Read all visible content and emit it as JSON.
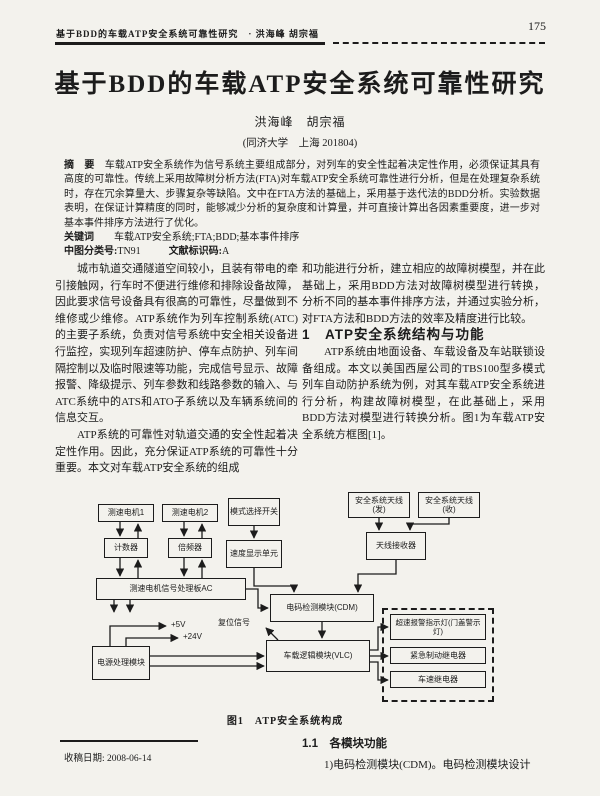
{
  "colors": {
    "ink": "#1c1c1c",
    "paper": "#f3f2ed"
  },
  "header": {
    "running_title": "基于BDD的车载ATP安全系统可靠性研究",
    "authors_short": "· 洪海峰  胡宗福",
    "page_number": "175"
  },
  "title": "基于BDD的车载ATP安全系统可靠性研究",
  "authors": "洪海峰　胡宗福",
  "affiliation": "(同济大学　上海 201804)",
  "abstract": {
    "label": "摘　要",
    "text": "车载ATP安全系统作为信号系统主要组成部分，对列车的安全性起着决定性作用，必须保证其具有高度的可靠性。传统上采用故障树分析方法(FTA)对车载ATP安全系统可靠性进行分析，但是在处理复杂系统时，存在冗余算量大、步骤复杂等缺陷。文中在FTA方法的基础上，采用基于迭代法的BDD分析。实验数据表明，在保证计算精度的同时，能够减少分析的复杂度和计算量，并可直接计算出各因素重要度，进一步对基本事件排序方法进行了优化。"
  },
  "keywords": {
    "label": "关键词",
    "text": "车载ATP安全系统;FTA;BDD;基本事件排序"
  },
  "classification": {
    "label1": "中图分类号:",
    "value1": "TN91",
    "label2": "文献标识码:",
    "value2": "A"
  },
  "body": {
    "left_para1": "城市轨道交通隧道空间较小，且装有带电的牵引接触网，行车时不便进行维修和排除设备故障，因此要求信号设备具有很高的可靠性，尽量做到不维修或少维修。ATP系统作为列车控制系统(ATC)的主要子系统，负责对信号系统中安全相关设备进行监控，实现列车超速防护、停车点防护、列车间隔控制以及临时限速等功能，完成信号显示、故障报警、降级提示、列车参数和线路参数的输入、与ATC系统中的ATS和ATO子系统以及车辆系统间的信息交互。",
    "left_para2": "ATP系统的可靠性对轨道交通的安全性起着决定性作用。因此，充分保证ATP系统的可靠性十分重要。本文对车载ATP安全系统的组成",
    "right_para1": "和功能进行分析，建立相应的故障树模型，并在此基础上，采用BDD方法对故障树模型进行转换，分析不同的基本事件排序方法，并通过实验分析，对FTA方法和BDD方法的效率及精度进行比较。",
    "section1_heading": "1　ATP安全系统结构与功能",
    "right_para2": "ATP系统由地面设备、车载设备及车站联锁设备组成。本文以美国西屋公司的TBS100型多模式列车自动防护系统为例，对其车载ATP安全系统进行分析，构建故障树模型，在此基础上，采用BDD方法对模型进行转换分析。图1为车载ATP安全系统方框图[1]。",
    "section11_heading": "1.1　各模块功能",
    "right_para3": "1)电码检测模块(CDM)。电码检测模块设计"
  },
  "figure": {
    "caption": "图1　ATP安全系统构成",
    "boxes": {
      "motor1": "测速电机1",
      "motor2": "测速电机2",
      "counter": "计数器",
      "freq": "倍频器",
      "mode": "模式选择开关",
      "display": "速度显示单元",
      "ant_left": "安全系统天线(发)",
      "ant_right": "安全系统天线(收)",
      "receiver": "天线接收器",
      "ac_board": "测速电机信号处理板AC",
      "cdm": "电码检测模块(CDM)",
      "power": "电源处理模块",
      "vlc": "车载逻辑模块(VLC)",
      "alarm": "超速报警指示灯(门盖警示灯)",
      "eb_relay": "紧急制动继电器",
      "speed_relay": "车速继电器"
    },
    "labels": {
      "v5": "+5V",
      "v24": "+24V",
      "reset": "复位信号"
    }
  },
  "footer": {
    "received_label": "收稿日期:",
    "received_date": "2008-06-14"
  }
}
